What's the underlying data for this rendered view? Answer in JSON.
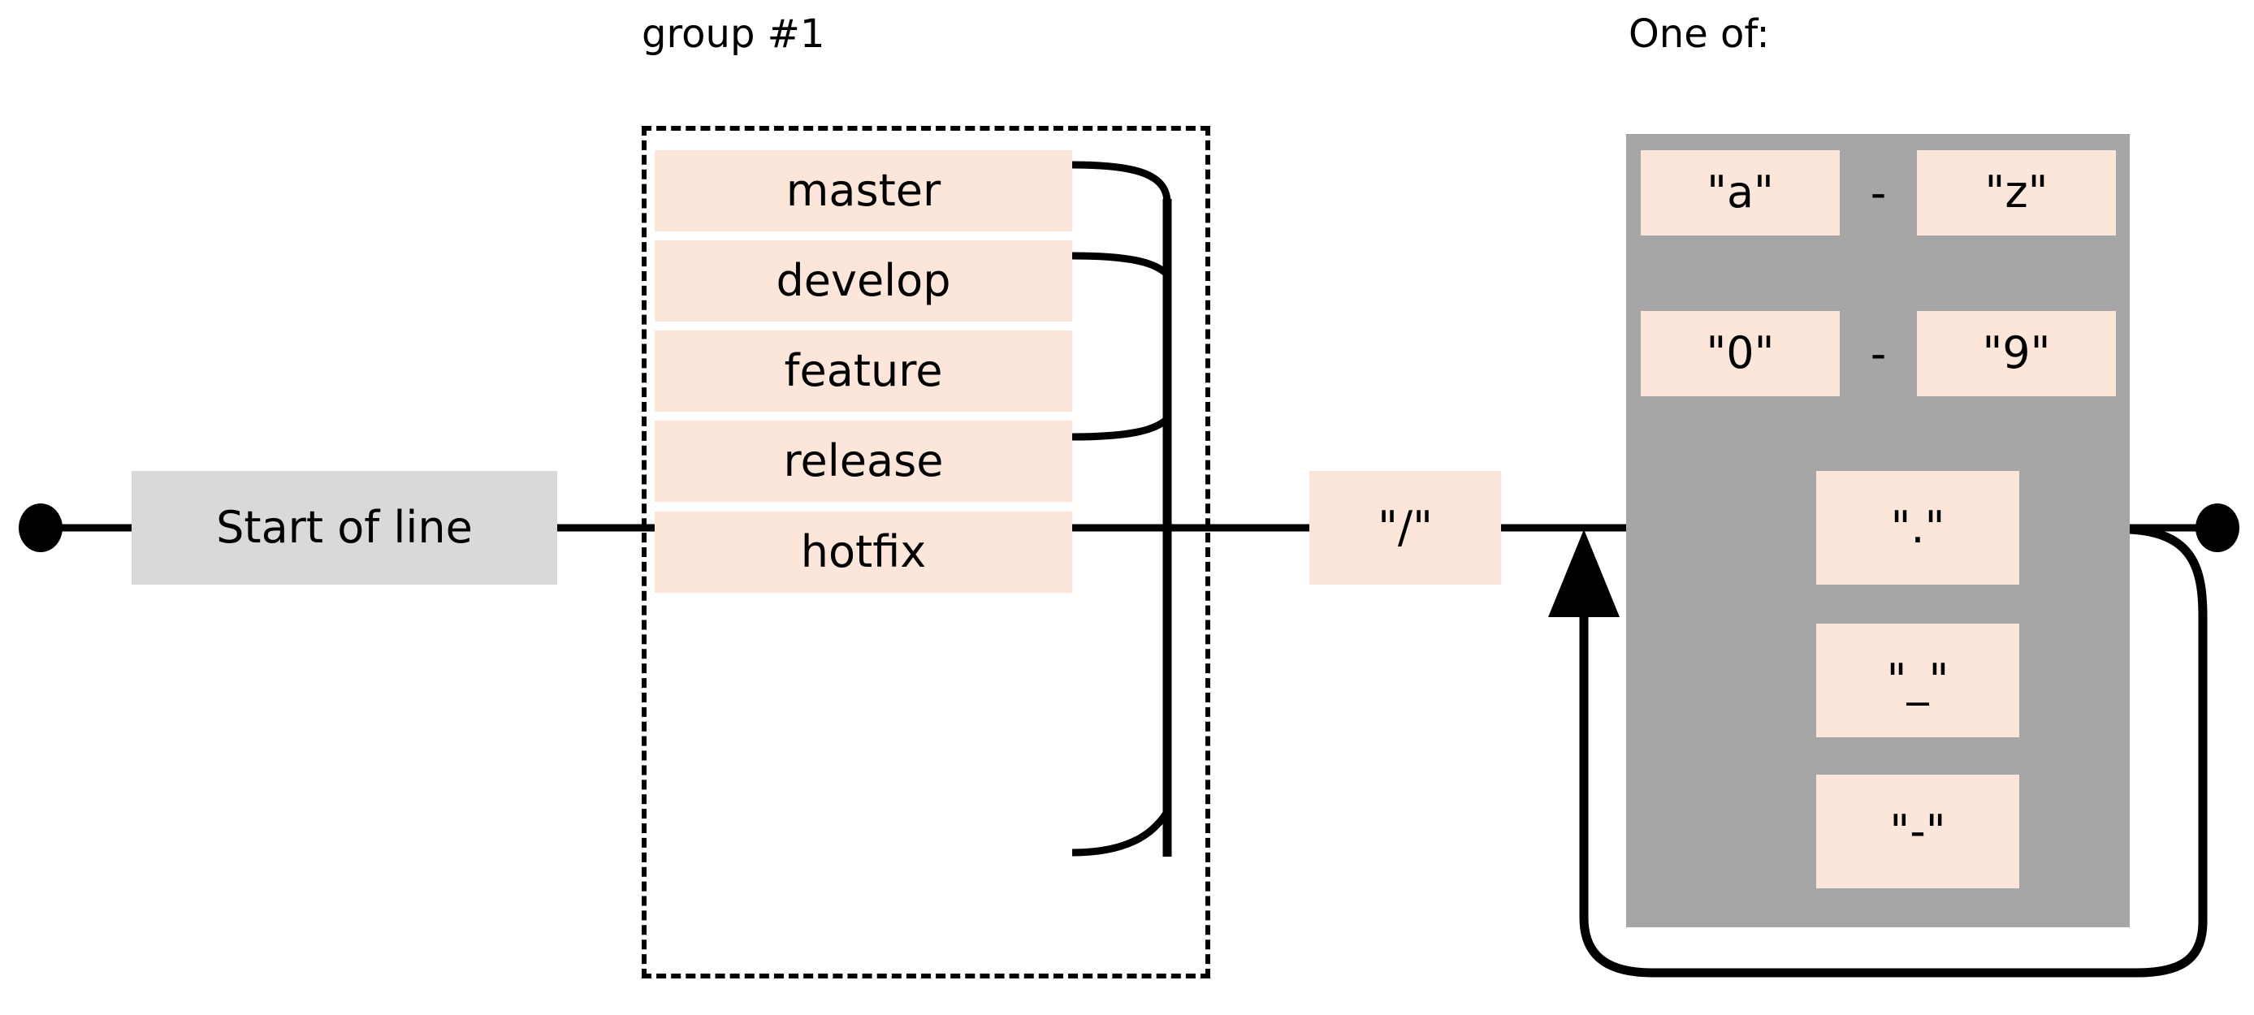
{
  "diagram": {
    "type": "regex-railroad-diagram",
    "colors": {
      "literal_fill": "#fbe6d9",
      "anchor_fill": "#d9d9d9",
      "charclass_fill": "#a6a6a6",
      "rail": "#000000",
      "background": "#ffffff"
    },
    "start_node": "start-dot",
    "end_node": "end-dot"
  },
  "anchor": {
    "label": "Start of line"
  },
  "group": {
    "caption": "group #1",
    "alternatives": [
      {
        "label": "master"
      },
      {
        "label": "develop"
      },
      {
        "label": "feature"
      },
      {
        "label": "release"
      },
      {
        "label": "hotfix"
      }
    ]
  },
  "separator": {
    "label": "\"/\""
  },
  "charclass": {
    "caption": "One of:",
    "ranges": [
      {
        "from": "\"a\"",
        "dash": "-",
        "to": "\"z\""
      },
      {
        "from": "\"0\"",
        "dash": "-",
        "to": "\"9\""
      }
    ],
    "singles": [
      {
        "label": "\".\""
      },
      {
        "label": "\"_\""
      },
      {
        "label": "\"-\""
      }
    ],
    "repeat": "one-or-more-loop"
  }
}
